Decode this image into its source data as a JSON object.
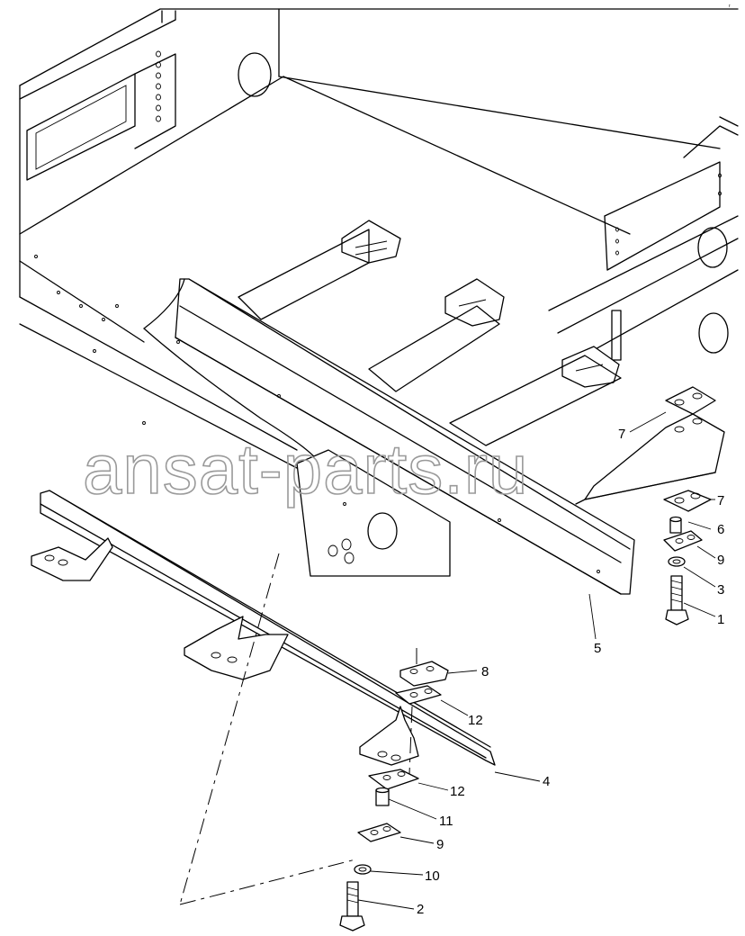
{
  "watermark": "ansat-parts.ru",
  "corner_mark": "r",
  "callouts": [
    {
      "id": "c1",
      "label": "1"
    },
    {
      "id": "c2",
      "label": "2"
    },
    {
      "id": "c3",
      "label": "3"
    },
    {
      "id": "c4",
      "label": "4"
    },
    {
      "id": "c5",
      "label": "5"
    },
    {
      "id": "c6",
      "label": "6"
    },
    {
      "id": "c7a",
      "label": "7"
    },
    {
      "id": "c7b",
      "label": "7"
    },
    {
      "id": "c8",
      "label": "8"
    },
    {
      "id": "c9a",
      "label": "9"
    },
    {
      "id": "c9b",
      "label": "9"
    },
    {
      "id": "c10",
      "label": "10"
    },
    {
      "id": "c11",
      "label": "11"
    },
    {
      "id": "c12a",
      "label": "12"
    },
    {
      "id": "c12b",
      "label": "12"
    }
  ]
}
